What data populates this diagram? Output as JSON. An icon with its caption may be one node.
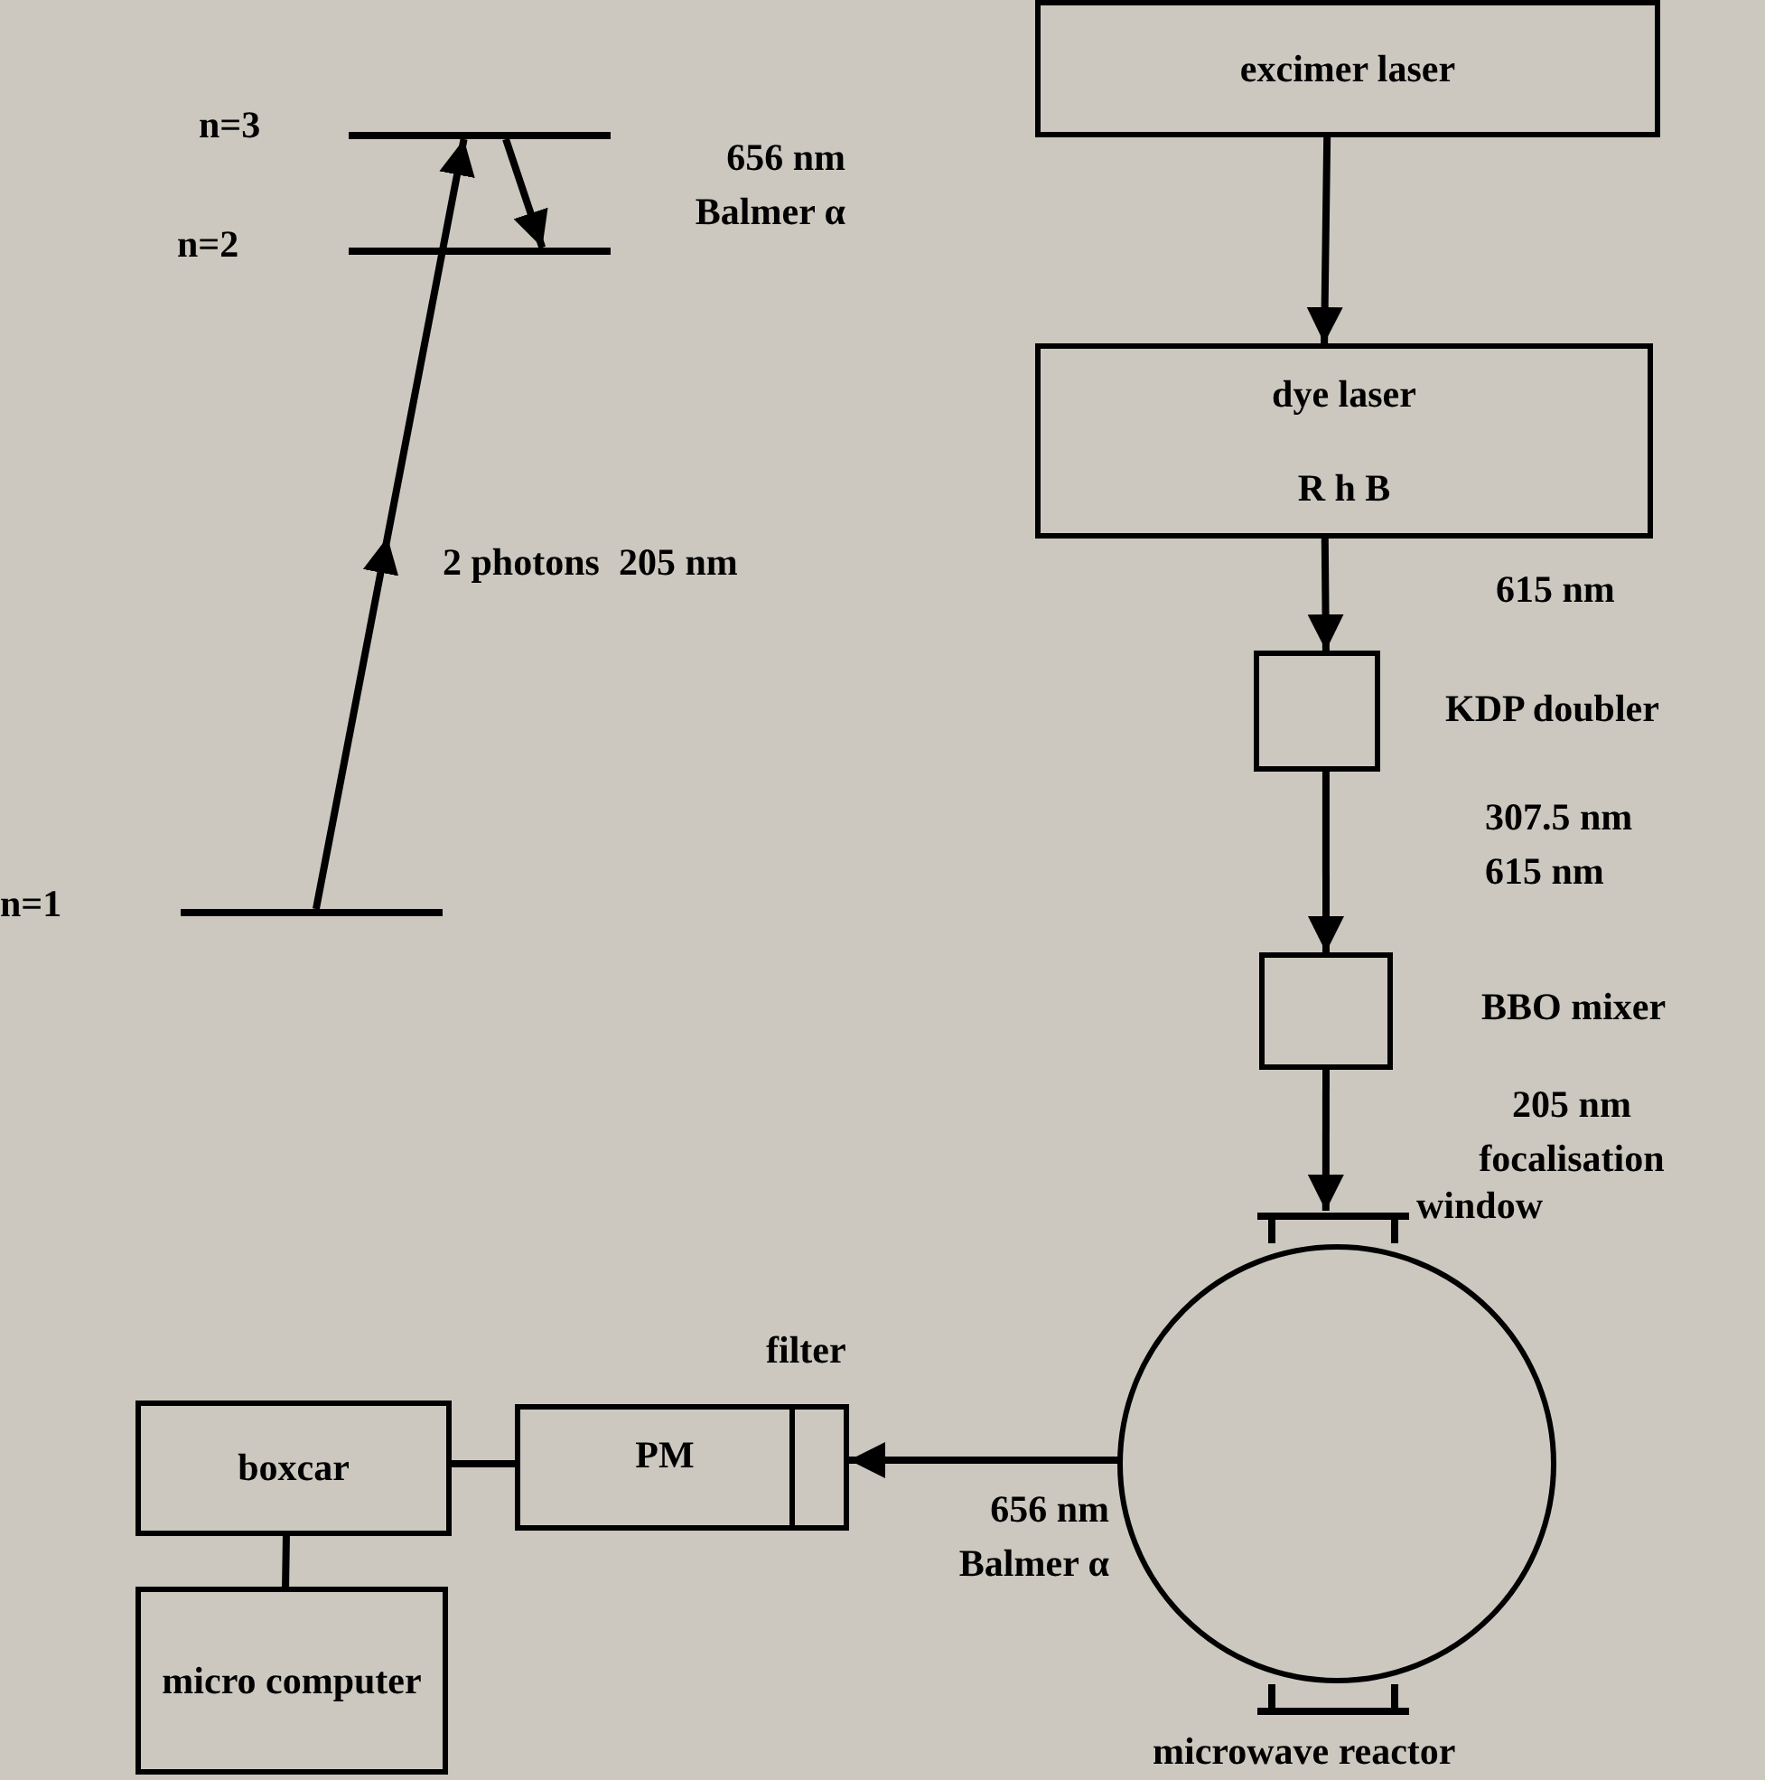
{
  "diagram": {
    "nodes": [
      {
        "text": [],
        "shape": "bar",
        "beside": [
          "n=3"
        ]
      },
      {
        "text": [],
        "shape": "bar",
        "beside": [
          "n=2"
        ]
      },
      {
        "text": [],
        "shape": "bar",
        "beside": [
          "n=1"
        ]
      },
      {
        "text": [
          "excimer laser"
        ]
      },
      {
        "text": [
          "dye laser",
          "R h B"
        ]
      },
      {
        "text": [],
        "shape": "box",
        "beside": [
          "KDP doubler"
        ]
      },
      {
        "text": [],
        "shape": "box",
        "beside": [
          "BBO mixer"
        ]
      },
      {
        "text": [],
        "shape": "circle",
        "beside": [
          "window",
          "microwave reactor"
        ]
      },
      {
        "text": [
          "PM"
        ],
        "beside": [
          "filter"
        ]
      },
      {
        "text": [
          "boxcar"
        ]
      },
      {
        "text": [
          "micro computer"
        ]
      }
    ],
    "edges": [
      {
        "from": 2,
        "to": 0,
        "arrow": "to",
        "label": "2 photons  205 nm"
      },
      {
        "from": 0,
        "to": 1,
        "arrow": "to",
        "label": "656 nm Balmer α"
      },
      {
        "from": 3,
        "to": 4,
        "arrow": "to"
      },
      {
        "from": 4,
        "to": 5,
        "arrow": "to",
        "label": "615 nm"
      },
      {
        "from": 5,
        "to": 6,
        "arrow": "to",
        "label": "307.5 nm 615 nm"
      },
      {
        "from": 6,
        "to": 7,
        "arrow": "to",
        "label": "205 nm focalisation"
      },
      {
        "from": 7,
        "to": 8,
        "arrow": "to",
        "label": "656 nm Balmer α"
      },
      {
        "from": 9,
        "to": 8,
        "arrow": "none"
      },
      {
        "from": 9,
        "to": 10,
        "arrow": "none"
      }
    ]
  }
}
